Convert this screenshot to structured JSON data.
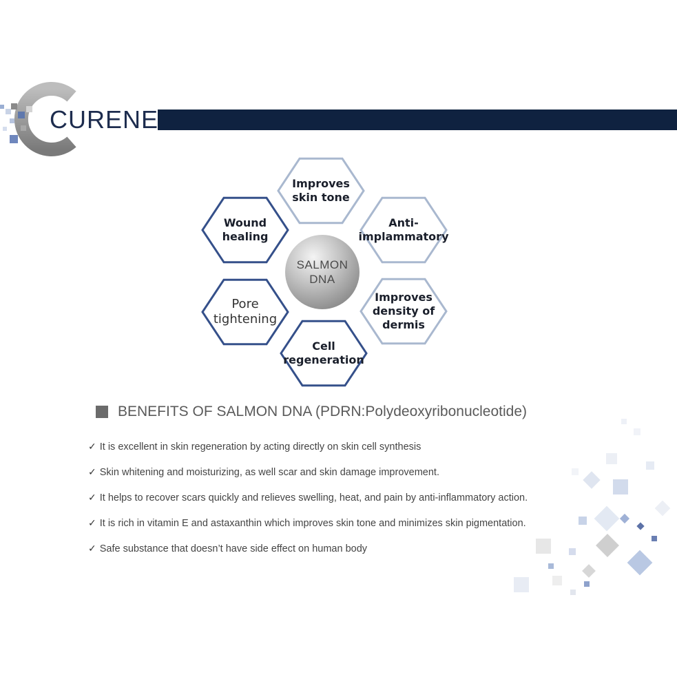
{
  "header": {
    "brand": "CURENEX",
    "colors": {
      "bar": "#0f2240",
      "logo_gray": "#8c8c8c",
      "logo_blue": "#5f78ad"
    }
  },
  "diagram": {
    "center": {
      "text": "SALMON\nDNA"
    },
    "hexagons": [
      {
        "id": "skin-tone",
        "text": "Improves\nskin tone",
        "style": "light-outline"
      },
      {
        "id": "anti-inflammatory",
        "text": "Anti-\nimplammatory",
        "style": "light-outline"
      },
      {
        "id": "density",
        "text": "Improves\ndensity of\ndermis",
        "style": "light-outline"
      },
      {
        "id": "cell-regeneration",
        "text": "Cell\nregeneration",
        "style": "dark-outline"
      },
      {
        "id": "pore-tightening",
        "text": "Pore\ntightening",
        "style": "dark-outline"
      },
      {
        "id": "wound-healing",
        "text": "Wound\nhealing",
        "style": "dark-outline"
      }
    ],
    "colors": {
      "dark_outline": "#35508a",
      "light_outline": "#a9b8cf"
    }
  },
  "benefits": {
    "title": "BENEFITS OF SALMON DNA (PDRN:Polydeoxyribonucleotide)",
    "check_icon": "check-mark-icon",
    "items": [
      "It is excellent in skin regeneration by acting directly on skin cell synthesis",
      "Skin whitening and moisturizing, as well scar and skin damage improvement.",
      "It helps to recover scars quickly and relieves swelling, heat, and pain by anti-inflammatory action.",
      "It is rich in vitamin E  and astaxanthin which improves skin tone and minimizes skin pigmentation.",
      "Safe substance that doesn’t have side effect on human body"
    ]
  }
}
